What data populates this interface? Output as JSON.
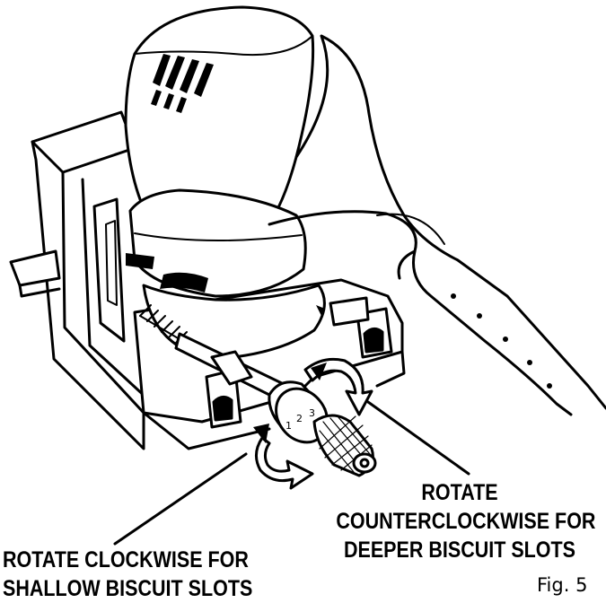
{
  "callouts": {
    "counterclockwise": {
      "line1": "ROTATE",
      "line2": "COUNTERCLOCKWISE FOR",
      "line3": "DEEPER BISCUIT SLOTS"
    },
    "clockwise": {
      "line1": "ROTATE CLOCKWISE FOR",
      "line2": "SHALLOW BISCUIT SLOTS"
    }
  },
  "dial_numbers": [
    "1",
    "2",
    "3"
  ],
  "figure_label": "Fig. 5",
  "colors": {
    "ink": "#000000",
    "paper": "#ffffff",
    "shade": "#d0d0d0"
  }
}
